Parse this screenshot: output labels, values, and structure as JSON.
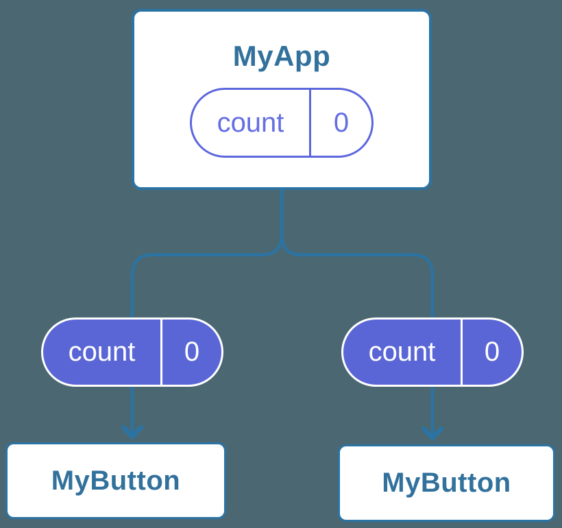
{
  "diagram": {
    "description": "React component tree: parent state passed as props to children",
    "colors": {
      "background": "#4b6872",
      "line_blue": "#2b73a3",
      "title_blue": "#31719c",
      "indigo_outline": "#5c66dd",
      "indigo_fill": "#5a66d5",
      "card_fill": "#ffffff"
    },
    "parent": {
      "title": "MyApp",
      "state": {
        "key": "count",
        "value": "0"
      }
    },
    "props": [
      {
        "key": "count",
        "value": "0"
      },
      {
        "key": "count",
        "value": "0"
      }
    ],
    "children": [
      {
        "title": "MyButton"
      },
      {
        "title": "MyButton"
      }
    ]
  }
}
